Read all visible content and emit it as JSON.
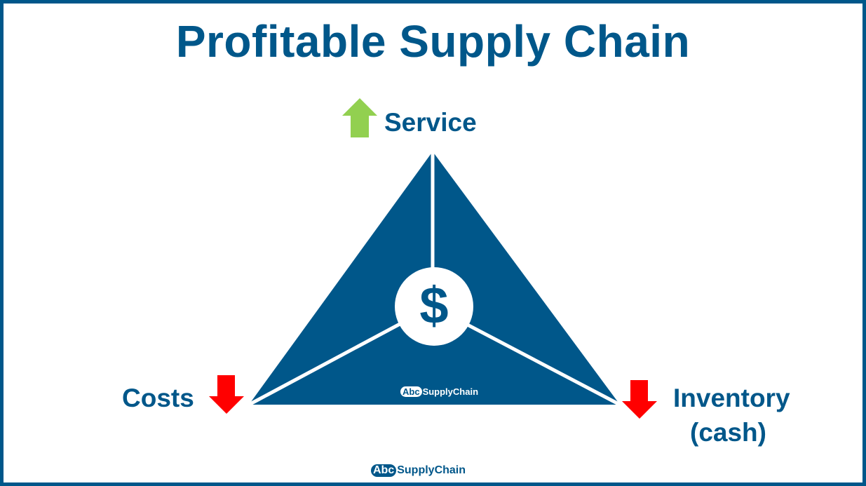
{
  "title": "Profitable Supply Chain",
  "labels": {
    "service": "Service",
    "costs": "Costs",
    "inventory_line1": "Inventory",
    "inventory_line2": "(cash)"
  },
  "center_symbol": "$",
  "logo": {
    "abc": "Abc",
    "name": "SupplyChain"
  },
  "colors": {
    "primary": "#00578a",
    "up_arrow": "#92d050",
    "down_arrow": "#ff0000",
    "background": "#ffffff"
  },
  "arrows": {
    "service": "up",
    "costs": "down",
    "inventory": "down"
  }
}
